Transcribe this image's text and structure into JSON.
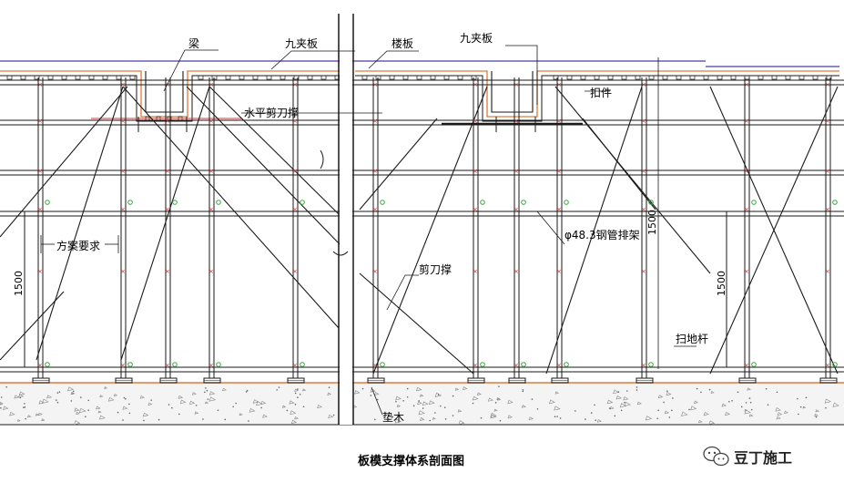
{
  "labels": {
    "beam": "梁",
    "plywood_left": "九夹板",
    "floor_slab": "楼板",
    "plywood_right": "九夹板",
    "horizontal_bracing": "水平剪刀撑",
    "fastener": "扣件",
    "scheme_requirement": "方案要求",
    "steel_pipe": "φ48.3钢管排架",
    "cross_bracing": "剪刀撑",
    "sweep_rod": "扫地杆",
    "pad_wood": "垫木",
    "dim_1500_left": "1500",
    "dim_1500_right": "1500",
    "dim_1500_mid": "1500"
  },
  "caption": "板模支撑体系剖面图",
  "brand": {
    "name": "豆丁施工",
    "icon": "wechat-icon"
  },
  "colors": {
    "line": "#1a1a1a",
    "slab_top": "#4b3fa8",
    "plywood": "#e07a3a",
    "clamp": "#d23a3a",
    "node": "#3aa83a",
    "ground_fill": "#f2f2f2"
  }
}
